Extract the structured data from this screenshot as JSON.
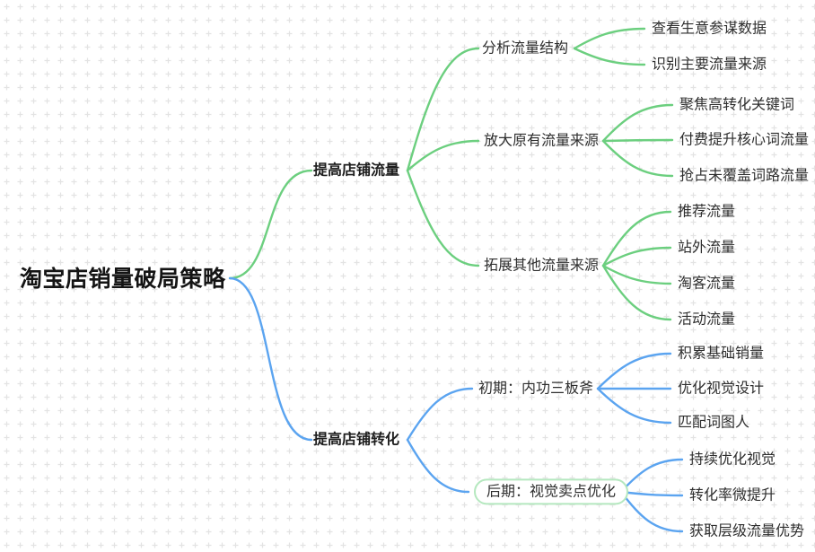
{
  "colors": {
    "branch_traffic": "#6ccf7f",
    "branch_conversion": "#5ba4f0",
    "box_border": "#b5e8bf",
    "bg_cross": "#e3e3e3"
  },
  "mindmap": {
    "root": {
      "label": "淘宝店销量破局策略"
    },
    "branches": [
      {
        "label": "提高店铺流量",
        "children": [
          {
            "label": "分析流量结构",
            "children": [
              {
                "label": "查看生意参谋数据"
              },
              {
                "label": "识别主要流量来源"
              }
            ]
          },
          {
            "label": "放大原有流量来源",
            "children": [
              {
                "label": "聚焦高转化关键词"
              },
              {
                "label": "付费提升核心词流量"
              },
              {
                "label": "抢占未覆盖词路流量"
              }
            ]
          },
          {
            "label": "拓展其他流量来源",
            "children": [
              {
                "label": "推荐流量"
              },
              {
                "label": "站外流量"
              },
              {
                "label": "淘客流量"
              },
              {
                "label": "活动流量"
              }
            ]
          }
        ]
      },
      {
        "label": "提高店铺转化",
        "children": [
          {
            "label": "初期：内功三板斧",
            "children": [
              {
                "label": "积累基础销量"
              },
              {
                "label": "优化视觉设计"
              },
              {
                "label": "匹配词图人"
              }
            ]
          },
          {
            "label": "后期：视觉卖点优化",
            "boxed": true,
            "children": [
              {
                "label": "持续优化视觉"
              },
              {
                "label": "转化率微提升"
              },
              {
                "label": "获取层级流量优势"
              }
            ]
          }
        ]
      }
    ]
  }
}
